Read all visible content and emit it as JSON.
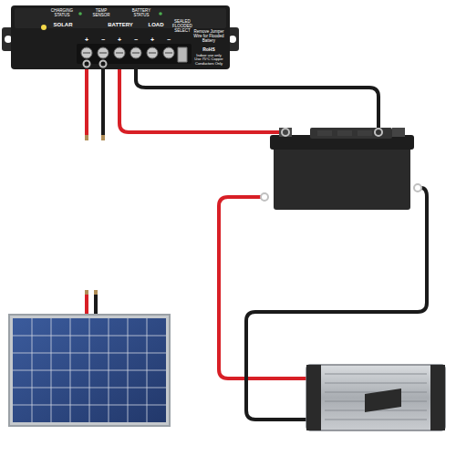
{
  "diagram": {
    "labels": [
      "CHARGING STATUS",
      "TEMP SENSOR",
      "BATTERY STATUS",
      "SOLAR",
      "BATTERY",
      "LOAD",
      "SEALED FLOODED SELECT",
      "+",
      "−",
      "+",
      "−",
      "+",
      "−",
      "Remove Jumper Wire for Flooded Battery",
      "RoHS",
      "Indoor use only Use 75°C Copper Conductors Only"
    ]
  }
}
